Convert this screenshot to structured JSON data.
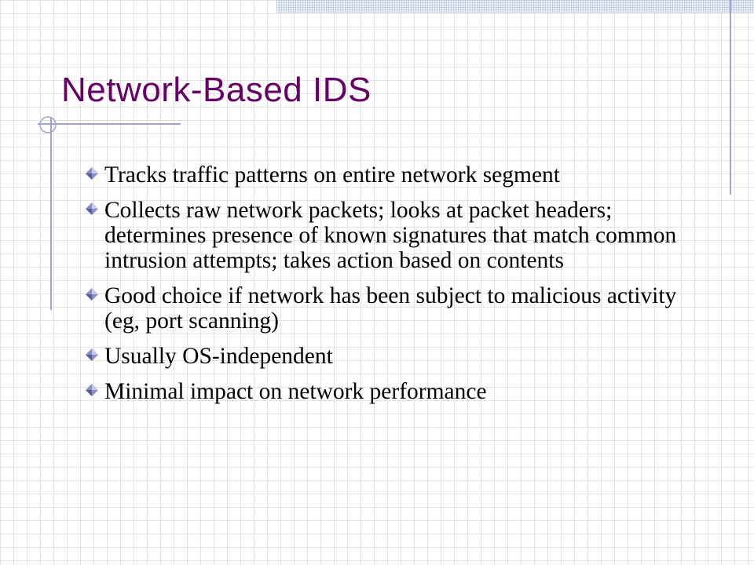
{
  "slide": {
    "title": "Network-Based IDS",
    "title_color": "#660066",
    "bullet_icon": "diamond-bullet-icon",
    "bullets": [
      "Tracks traffic patterns on entire network segment",
      "Collects raw network packets; looks at packet headers; determines presence of known signatures that match common intrusion attempts; takes action based on contents",
      "Good choice if network has been subject to malicious activity (eg, port scanning)",
      "Usually OS-independent",
      "Minimal impact on network performance"
    ]
  }
}
